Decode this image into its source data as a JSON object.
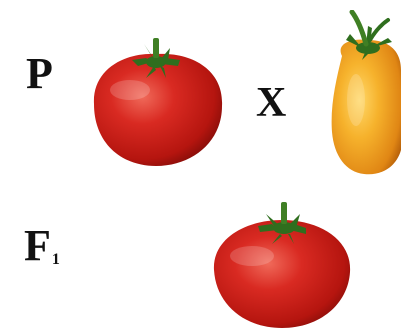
{
  "labels": {
    "parental": "P",
    "filial_letter": "F",
    "filial_sub": "1",
    "cross": "X"
  },
  "fruits": {
    "parent_1": "red-round-tomato",
    "parent_2": "yellow-elongated-tomato",
    "offspring": "red-round-tomato"
  },
  "colors": {
    "red_fruit": "#c41a1a",
    "yellow_fruit": "#f0a020",
    "calyx": "#2f6e1e"
  }
}
